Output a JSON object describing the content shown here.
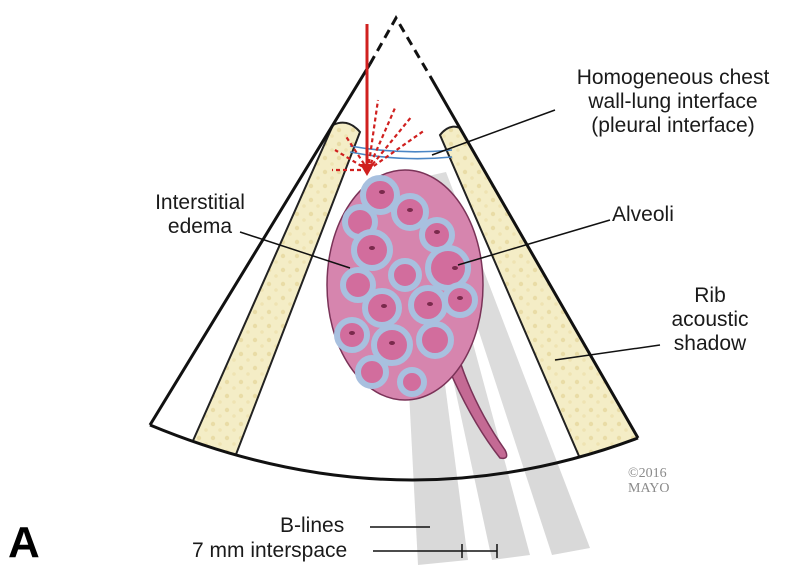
{
  "panel_label": "A",
  "labels": {
    "pleural_line1": "Homogeneous chest",
    "pleural_line2": "wall-lung interface",
    "pleural_line3": "(pleural interface)",
    "alveoli": "Alveoli",
    "edema_line1": "Interstitial",
    "edema_line2": "edema",
    "rib_line1": "Rib",
    "rib_line2": "acoustic",
    "rib_line3": "shadow",
    "blines": "B-lines",
    "interspace": "7 mm interspace"
  },
  "copyright": {
    "line1": "©2016",
    "line2": "MAYO"
  },
  "colors": {
    "beam": "#d0201f",
    "rib": "#f3ecc4",
    "alveolus_wall": "#9bb3d6",
    "alveolus_fill": "#d06a98",
    "shadow": "#d9d9d9",
    "pleural_line": "#4a86c5"
  }
}
